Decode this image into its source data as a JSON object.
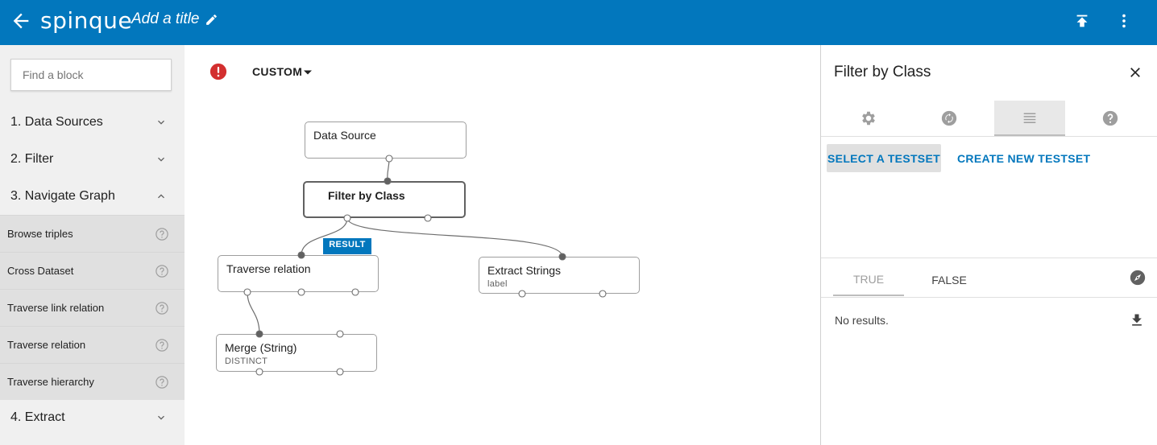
{
  "header": {
    "logo": "spinque",
    "title": "Add a title"
  },
  "sidebar": {
    "search_placeholder": "Find a block",
    "categories": [
      {
        "label": "1. Data Sources",
        "expanded": false
      },
      {
        "label": "2. Filter",
        "expanded": false
      },
      {
        "label": "3. Navigate Graph",
        "expanded": true
      },
      {
        "label": "4. Extract",
        "expanded": false
      }
    ],
    "blocks": [
      {
        "label": "Browse triples"
      },
      {
        "label": "Cross Dataset"
      },
      {
        "label": "Traverse link relation"
      },
      {
        "label": "Traverse relation"
      },
      {
        "label": "Traverse hierarchy"
      }
    ]
  },
  "canvas": {
    "mode_label": "CUSTOM",
    "result_badge": "RESULT",
    "nodes": [
      {
        "id": "data-source",
        "label": "Data Source",
        "sub": ""
      },
      {
        "id": "filter-by-class",
        "label": "Filter by Class",
        "sub": "",
        "selected": true
      },
      {
        "id": "traverse-relation",
        "label": "Traverse relation",
        "sub": ""
      },
      {
        "id": "extract-strings",
        "label": "Extract Strings",
        "sub": "label"
      },
      {
        "id": "merge-string",
        "label": "Merge (String)",
        "sub": "DISTINCT"
      }
    ]
  },
  "panel": {
    "title": "Filter by Class",
    "tabs": [
      {
        "icon": "gear-icon"
      },
      {
        "icon": "sync-icon"
      },
      {
        "icon": "list-icon",
        "active": true
      },
      {
        "icon": "help-icon"
      }
    ],
    "select_testset": "SELECT A TESTSET",
    "create_testset": "CREATE NEW TESTSET",
    "result_tabs": [
      {
        "label": "TRUE",
        "active": true
      },
      {
        "label": "FALSE"
      }
    ],
    "no_results": "No results."
  },
  "colors": {
    "brand": "#0277bd",
    "error": "#d32f2f",
    "sidebar_bg": "#f0f0f0",
    "block_bg": "#e0e0e0"
  }
}
